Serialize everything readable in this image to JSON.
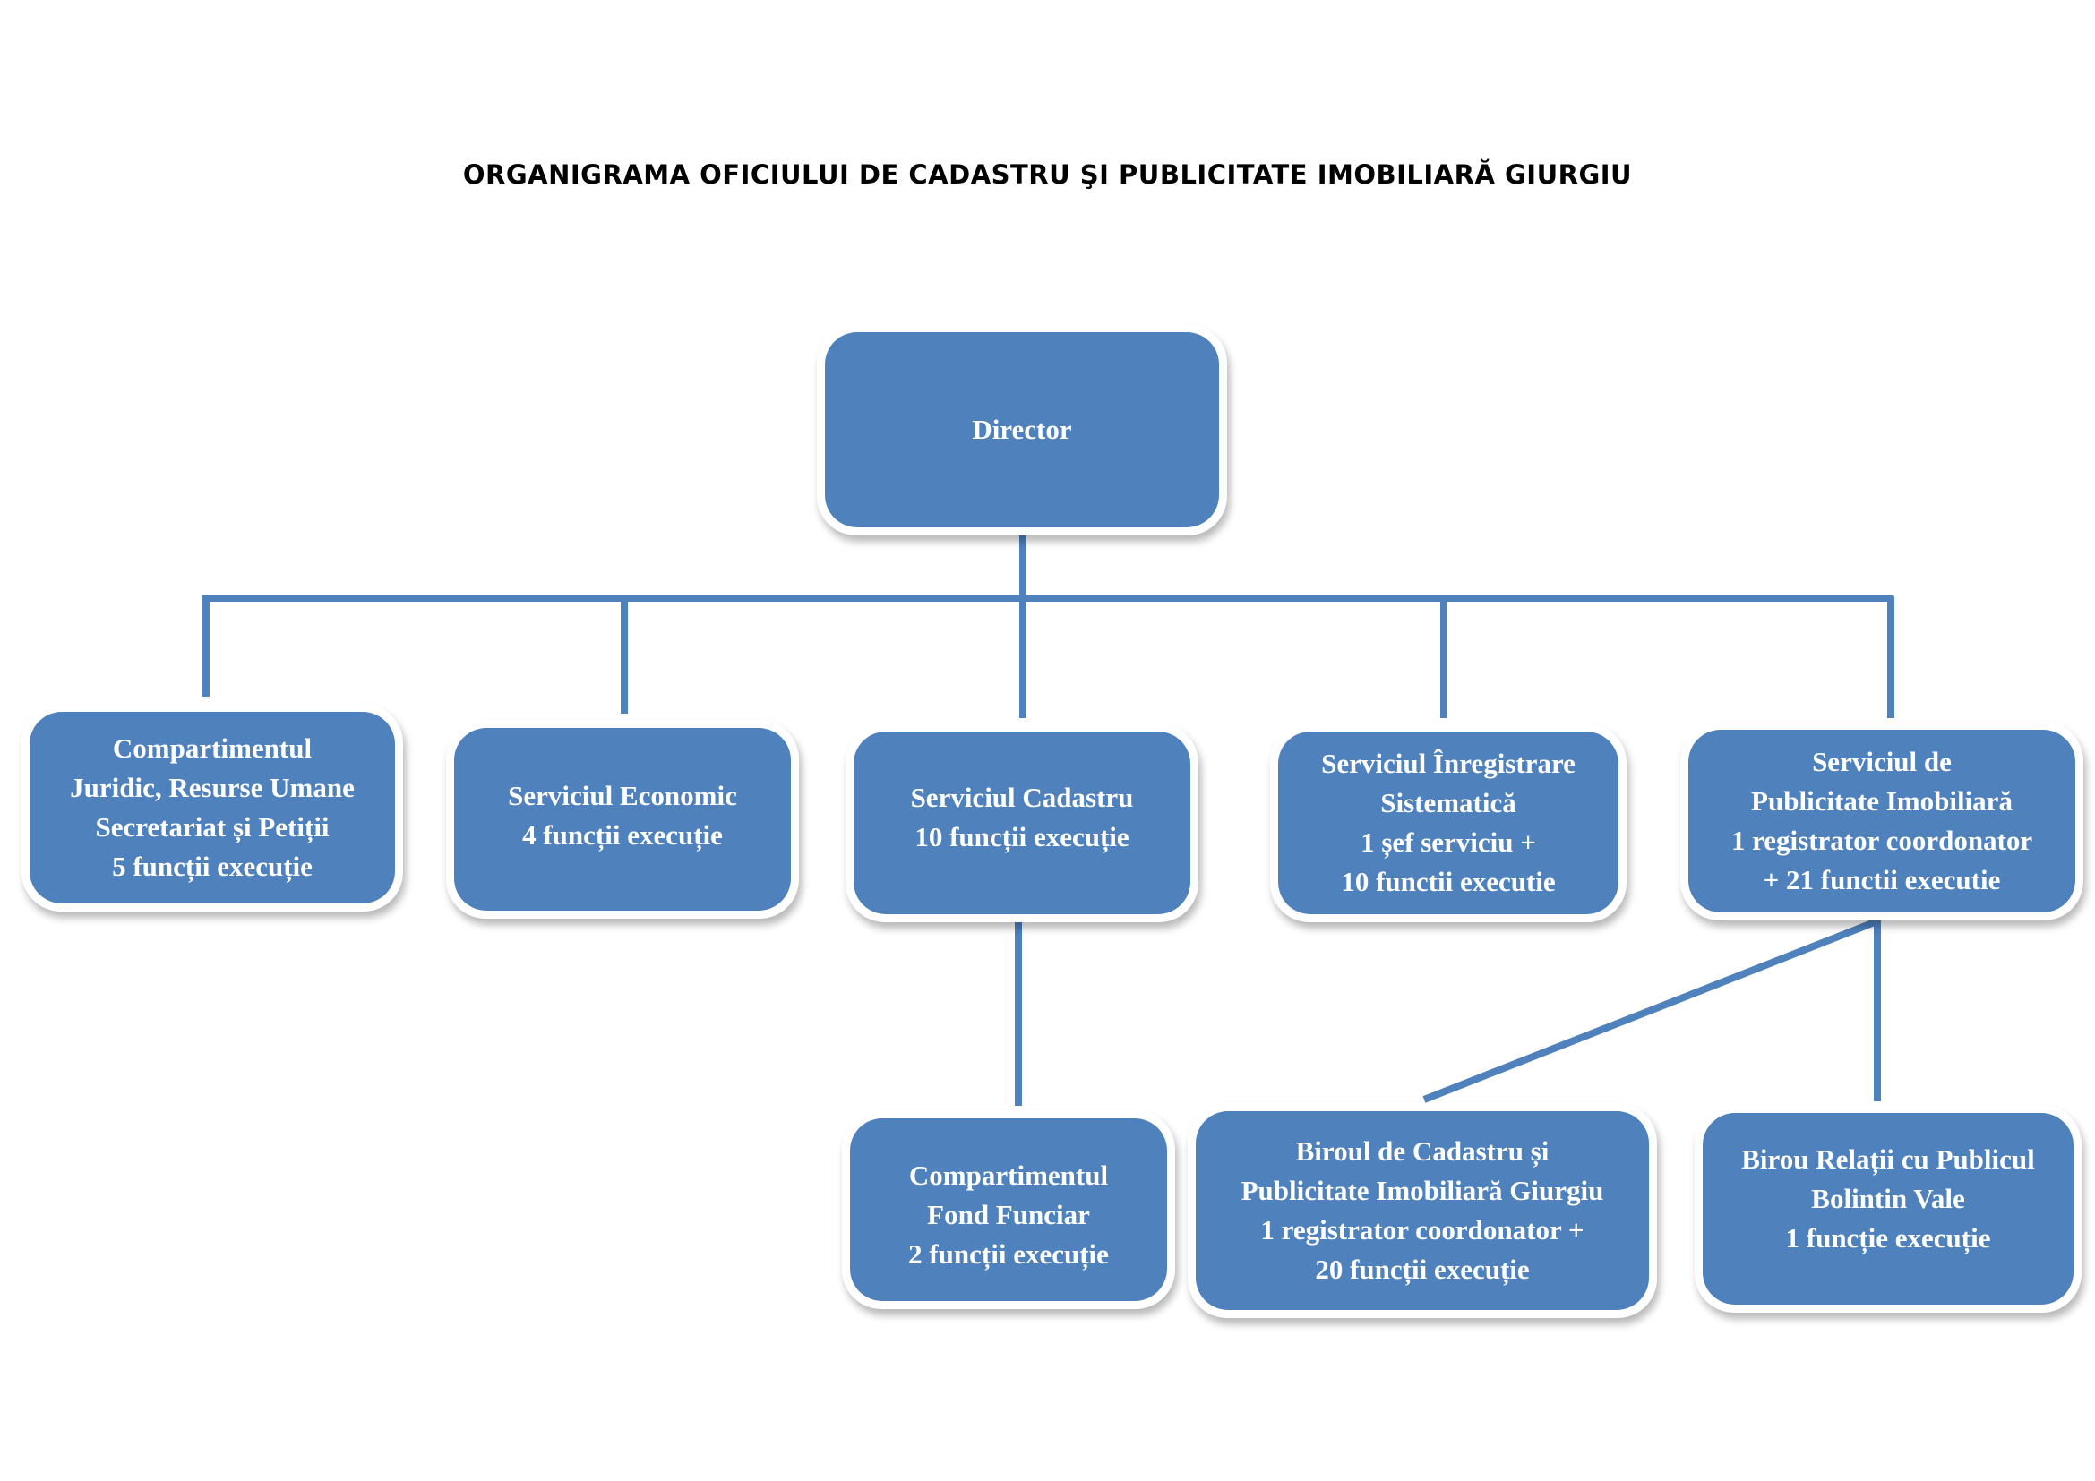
{
  "title": "ORGANIGRAMA OFICIULUI DE CADASTRU ŞI PUBLICITATE IMOBILIARĂ GIURGIU",
  "colors": {
    "box_fill": "#4f81bd",
    "connector": "#4f81bd",
    "text": "#ffffff"
  },
  "nodes": {
    "director": {
      "lines": [
        "Director"
      ]
    },
    "juridic": {
      "lines": [
        "Compartimentul",
        "Juridic, Resurse Umane",
        "Secretariat  și Petiții",
        "5 funcții execuție"
      ]
    },
    "economic": {
      "lines": [
        "Serviciul Economic",
        "4 funcții execuție"
      ]
    },
    "cadastru": {
      "lines": [
        "Serviciul Cadastru",
        "10 funcții execuție"
      ]
    },
    "inregistrare": {
      "lines": [
        "Serviciul Înregistrare",
        "Sistematică",
        "1 șef serviciu +",
        "10 functii executie"
      ]
    },
    "publicitate": {
      "lines": [
        "Serviciul de",
        "Publicitate Imobiliară",
        "1 registrator coordonator",
        "+  21 functii  executie"
      ]
    },
    "fond_funciar": {
      "lines": [
        "Compartimentul",
        "Fond Funciar",
        "2 funcții execuție"
      ]
    },
    "birou_giurgiu": {
      "lines": [
        "Biroul  de  Cadastru și",
        "Publicitate Imobiliară Giurgiu",
        "1 registrator coordonator +",
        "20 funcții execuție"
      ]
    },
    "birou_bolintin": {
      "lines": [
        "Birou Relații cu Publicul",
        "Bolintin Vale",
        "1 funcție execuție"
      ]
    }
  },
  "hierarchy": [
    {
      "parent": "director",
      "children": [
        "juridic",
        "economic",
        "cadastru",
        "inregistrare",
        "publicitate"
      ]
    },
    {
      "parent": "cadastru",
      "children": [
        "fond_funciar"
      ]
    },
    {
      "parent": "publicitate",
      "children": [
        "birou_giurgiu",
        "birou_bolintin"
      ]
    }
  ]
}
